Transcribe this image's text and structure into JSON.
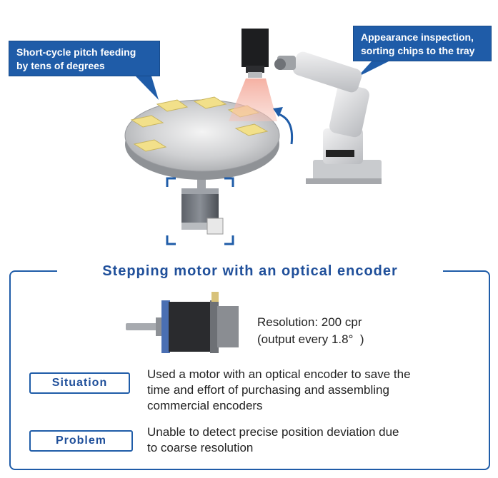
{
  "callouts": {
    "pitch_feeding": [
      "Short-cycle pitch feeding",
      "by tens of degrees"
    ],
    "inspection": [
      "Appearance inspection,",
      "sorting chips to the tray"
    ]
  },
  "section": {
    "title": "Stepping motor with an optical encoder",
    "spec": [
      "Resolution: 200 cpr",
      "(output every 1.8°  )"
    ]
  },
  "situation": {
    "label": "Situation",
    "text": [
      "Used a motor with an optical encoder to save the",
      "time and effort of purchasing and assembling",
      "commercial encoders"
    ]
  },
  "problem": {
    "label": "Problem",
    "text": [
      "Unable to detect precise position deviation due",
      "to coarse resolution"
    ]
  },
  "colors": {
    "accent": "#1f5ca8",
    "chip": "#f2e08a",
    "light_beam": "#f3b3a8"
  }
}
